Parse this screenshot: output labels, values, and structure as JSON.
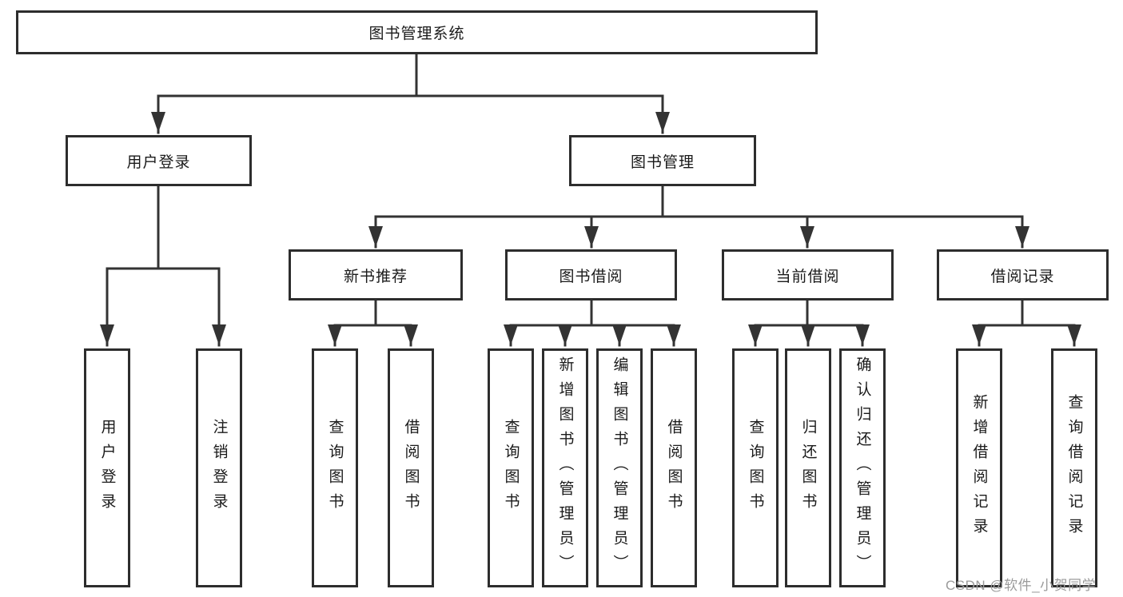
{
  "diagram": {
    "title": "图书管理系统",
    "branches": {
      "user_login": "用户登录",
      "book_management": "图书管理"
    },
    "modules": {
      "new_book_recommend": "新书推荐",
      "book_borrowing": "图书借阅",
      "current_borrowing": "当前借阅",
      "borrowing_records": "借阅记录"
    },
    "leaves": {
      "user_login": "用户登录",
      "logout": "注销登录",
      "nbr_query_books": "查询图书",
      "nbr_borrow_books": "借阅图书",
      "bb_query_books": "查询图书",
      "bb_add_books": "新增图书（管理员）",
      "bb_edit_books": "编辑图书（管理员）",
      "bb_borrow_books": "借阅图书",
      "cb_query_books": "查询图书",
      "cb_return_books": "归还图书",
      "cb_confirm_return": "确认归还（管理员）",
      "br_add_record": "新增借阅记录",
      "br_query_record": "查询借阅记录"
    }
  },
  "watermark": "CSDN @软件_小贺同学",
  "colors": {
    "line": "#333333",
    "box_border": "#2d2d2d",
    "text": "#1a1a1a",
    "background": "#ffffff",
    "watermark": "#9b9b9b"
  }
}
